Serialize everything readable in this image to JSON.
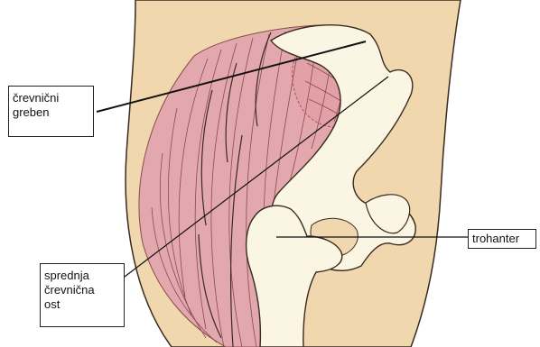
{
  "labels": {
    "iliac_crest": {
      "lines": [
        "črevnični",
        "greben"
      ]
    },
    "trochanter": {
      "lines": [
        "trohanter"
      ]
    },
    "anterior_iliac_spine": {
      "lines": [
        "sprednja",
        "črevnična",
        "ost"
      ]
    }
  },
  "colors": {
    "skin": "#f0d7ad",
    "muscle": "#e3a8ad",
    "muscle_line": "#8a4a52",
    "bone": "#fbf5e3",
    "outline": "#3a2a20",
    "leader": "#111111"
  }
}
